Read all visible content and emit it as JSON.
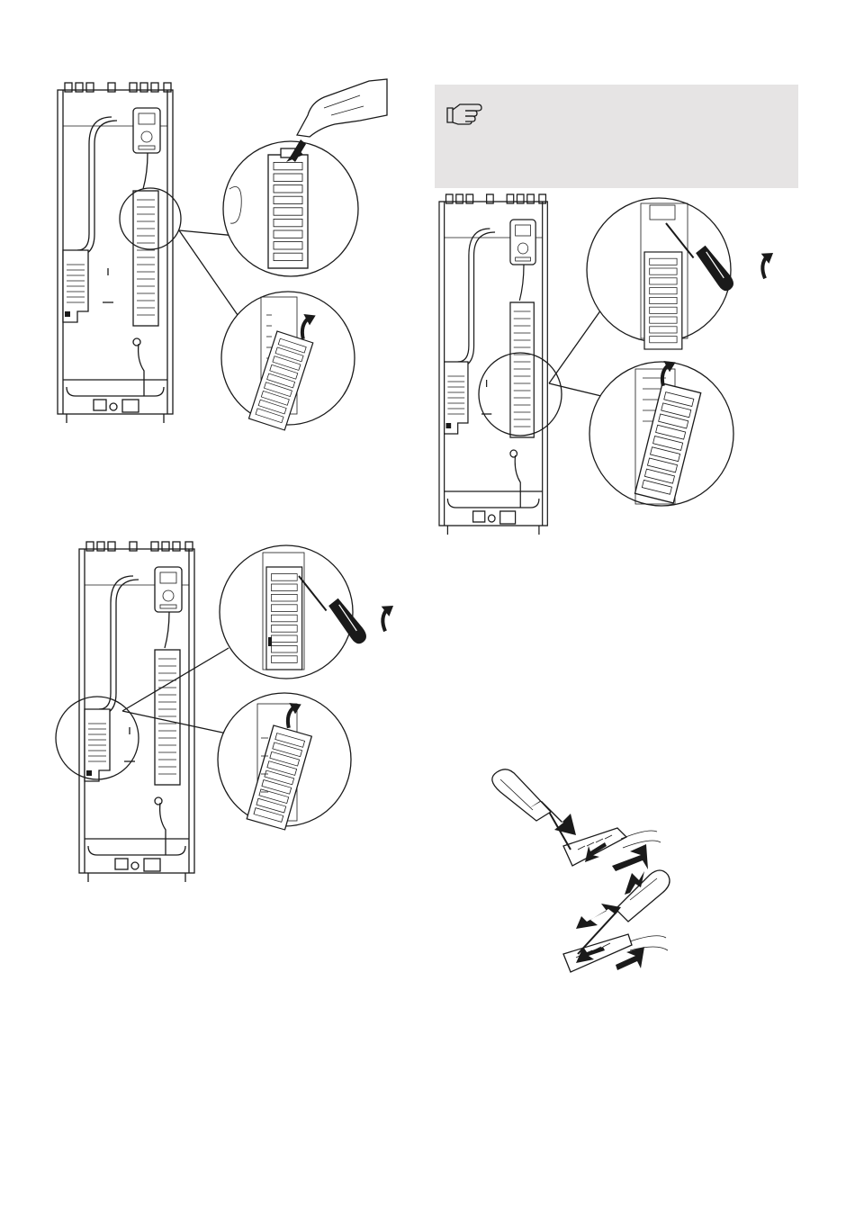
{
  "page": {
    "background": "#ffffff"
  },
  "note_box": {
    "background": "#e6e4e4",
    "icon": "pointing-hand-icon"
  },
  "figures": [
    {
      "name": "remove-top-cover",
      "tool": "finger-press",
      "arrow": "pivot-open-arrow"
    },
    {
      "name": "remove-lower-cover",
      "tool": "screwdriver",
      "arrow": "pivot-open-arrow"
    },
    {
      "name": "remove-middle-cover",
      "tool": "screwdriver",
      "arrow": "pivot-open-arrow"
    },
    {
      "name": "terminal-release",
      "tool": "screwdriver",
      "arrows": [
        "push-pull-arrow",
        "insert-cable-arrow"
      ]
    }
  ]
}
